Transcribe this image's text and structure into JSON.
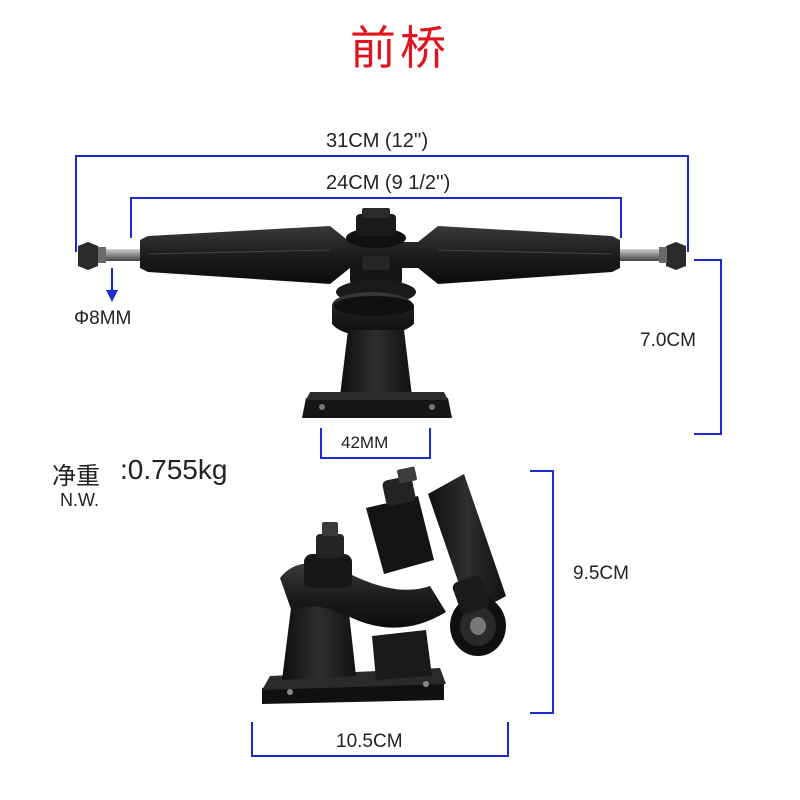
{
  "title": "前桥",
  "dimensions": {
    "total_length": "31CM (12'')",
    "hanger_length": "24CM (9 1/2'')",
    "axle_diameter": "Φ8MM",
    "height_front": "7.0CM",
    "baseplate_width": "42MM",
    "height_side": "9.5CM",
    "width_side": "10.5CM"
  },
  "weight": {
    "label_cn": "净重",
    "value": ":0.755kg",
    "label_en": "N.W."
  },
  "colors": {
    "title": "#e0141e",
    "dimension_line": "#1a2bd6",
    "truck_body": "#1c1c1e"
  },
  "images": {
    "front_view": "skateboard-truck-front-view",
    "side_view": "skateboard-truck-side-view"
  }
}
